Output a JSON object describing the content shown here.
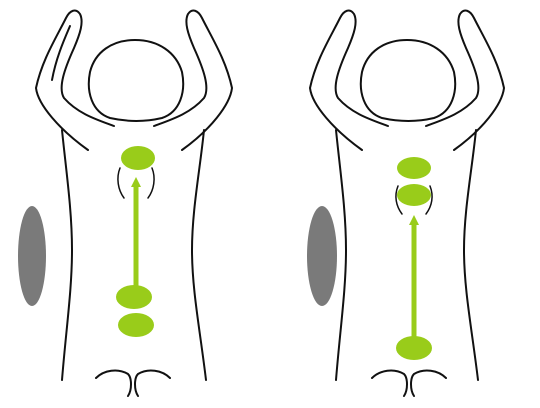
{
  "colors": {
    "background": "#ffffff",
    "outline": "#111111",
    "marker_green": "#99cc1a",
    "pad_gray": "#7a7a7a"
  },
  "figures": [
    {
      "name": "figure-left",
      "pad": "gray-oval-pad",
      "markers": [
        "upper-back-marker",
        "lower-back-marker-1",
        "lower-back-marker-2"
      ],
      "arrow": "up-arrow-lower-to-upper"
    },
    {
      "name": "figure-right",
      "pad": "gray-oval-pad",
      "markers": [
        "upper-back-marker-1",
        "upper-back-marker-2",
        "lower-back-marker"
      ],
      "arrow": "up-arrow-lower-to-upper"
    }
  ]
}
